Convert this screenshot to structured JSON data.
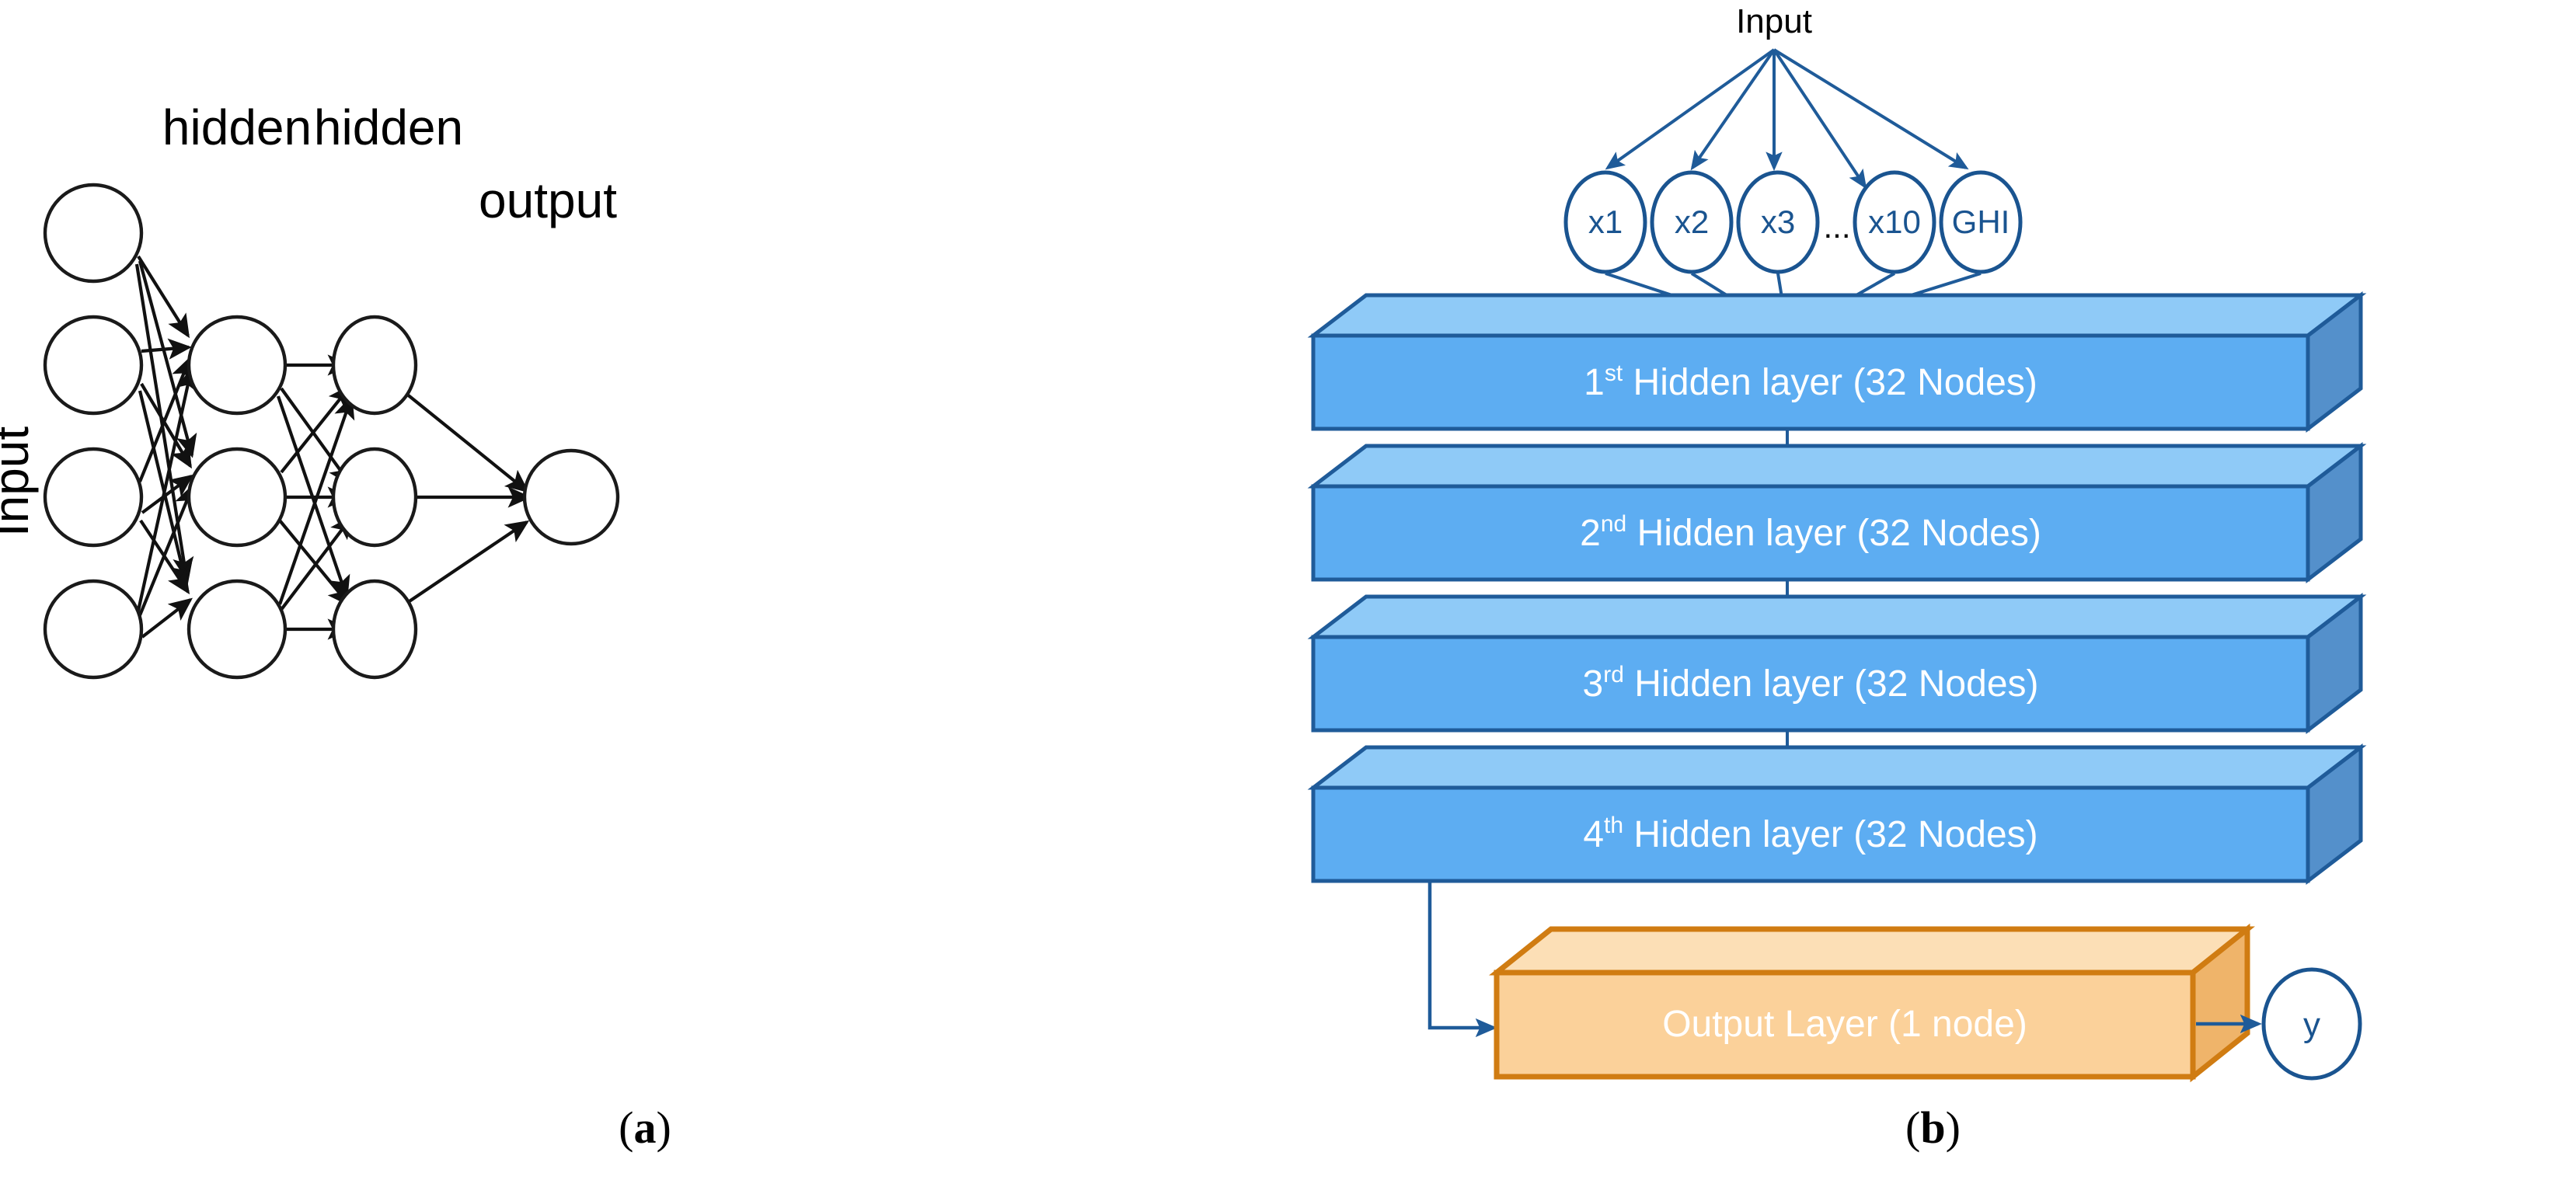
{
  "figure": {
    "panels": [
      {
        "id": "a",
        "caption_open": "(",
        "caption_letter": "a",
        "caption_close": ")",
        "type": "fully-connected-neural-network-schematic",
        "labels": {
          "input": "Input",
          "hidden1": "hidden",
          "hidden2": "hidden",
          "output": "output"
        },
        "layers": [
          {
            "name": "input",
            "node_count": 4,
            "nodes": [
              "",
              "",
              "",
              ""
            ]
          },
          {
            "name": "hidden1",
            "node_count": 3,
            "nodes": [
              "",
              "",
              ""
            ]
          },
          {
            "name": "hidden2",
            "node_count": 3,
            "nodes": [
              "",
              "",
              ""
            ]
          },
          {
            "name": "output",
            "node_count": 1,
            "nodes": [
              ""
            ]
          }
        ],
        "colors": {
          "stroke": "#1a1a1a",
          "fill": "#ffffff",
          "text": "#000000"
        }
      },
      {
        "id": "b",
        "caption_open": "(",
        "caption_letter": "b",
        "caption_close": ")",
        "type": "deep-neural-network-block-diagram",
        "input_label": "Input",
        "input_nodes": [
          "x1",
          "x2",
          "x3",
          "x10",
          "GHI"
        ],
        "ellipsis": "...",
        "hidden_layers": [
          {
            "ordinal_number": "1",
            "ordinal_suffix": "st",
            "text": " Hidden layer (32 Nodes)"
          },
          {
            "ordinal_number": "2",
            "ordinal_suffix": "nd",
            "text": " Hidden layer (32 Nodes)"
          },
          {
            "ordinal_number": "3",
            "ordinal_suffix": "rd",
            "text": " Hidden layer (32 Nodes)"
          },
          {
            "ordinal_number": "4",
            "ordinal_suffix": "th",
            "text": " Hidden layer (32 Nodes)"
          }
        ],
        "output_layer": {
          "label": "Output Layer (1 node)"
        },
        "output_node": {
          "label": "y"
        },
        "colors": {
          "blue_front": "#5DADF2",
          "blue_top": "#8FCAF7",
          "blue_side": "#5490CB",
          "blue_outline": "#1F5B99",
          "orange_front": "#FBD19A",
          "orange_top": "#FCDFB6",
          "orange_side": "#EFB46A",
          "orange_outline": "#D07C12",
          "arrow": "#1F5B99",
          "node_stroke": "#1A5490",
          "node_text": "#1A5490",
          "label_text": "#ffffff",
          "input_text": "#000000"
        }
      }
    ]
  }
}
